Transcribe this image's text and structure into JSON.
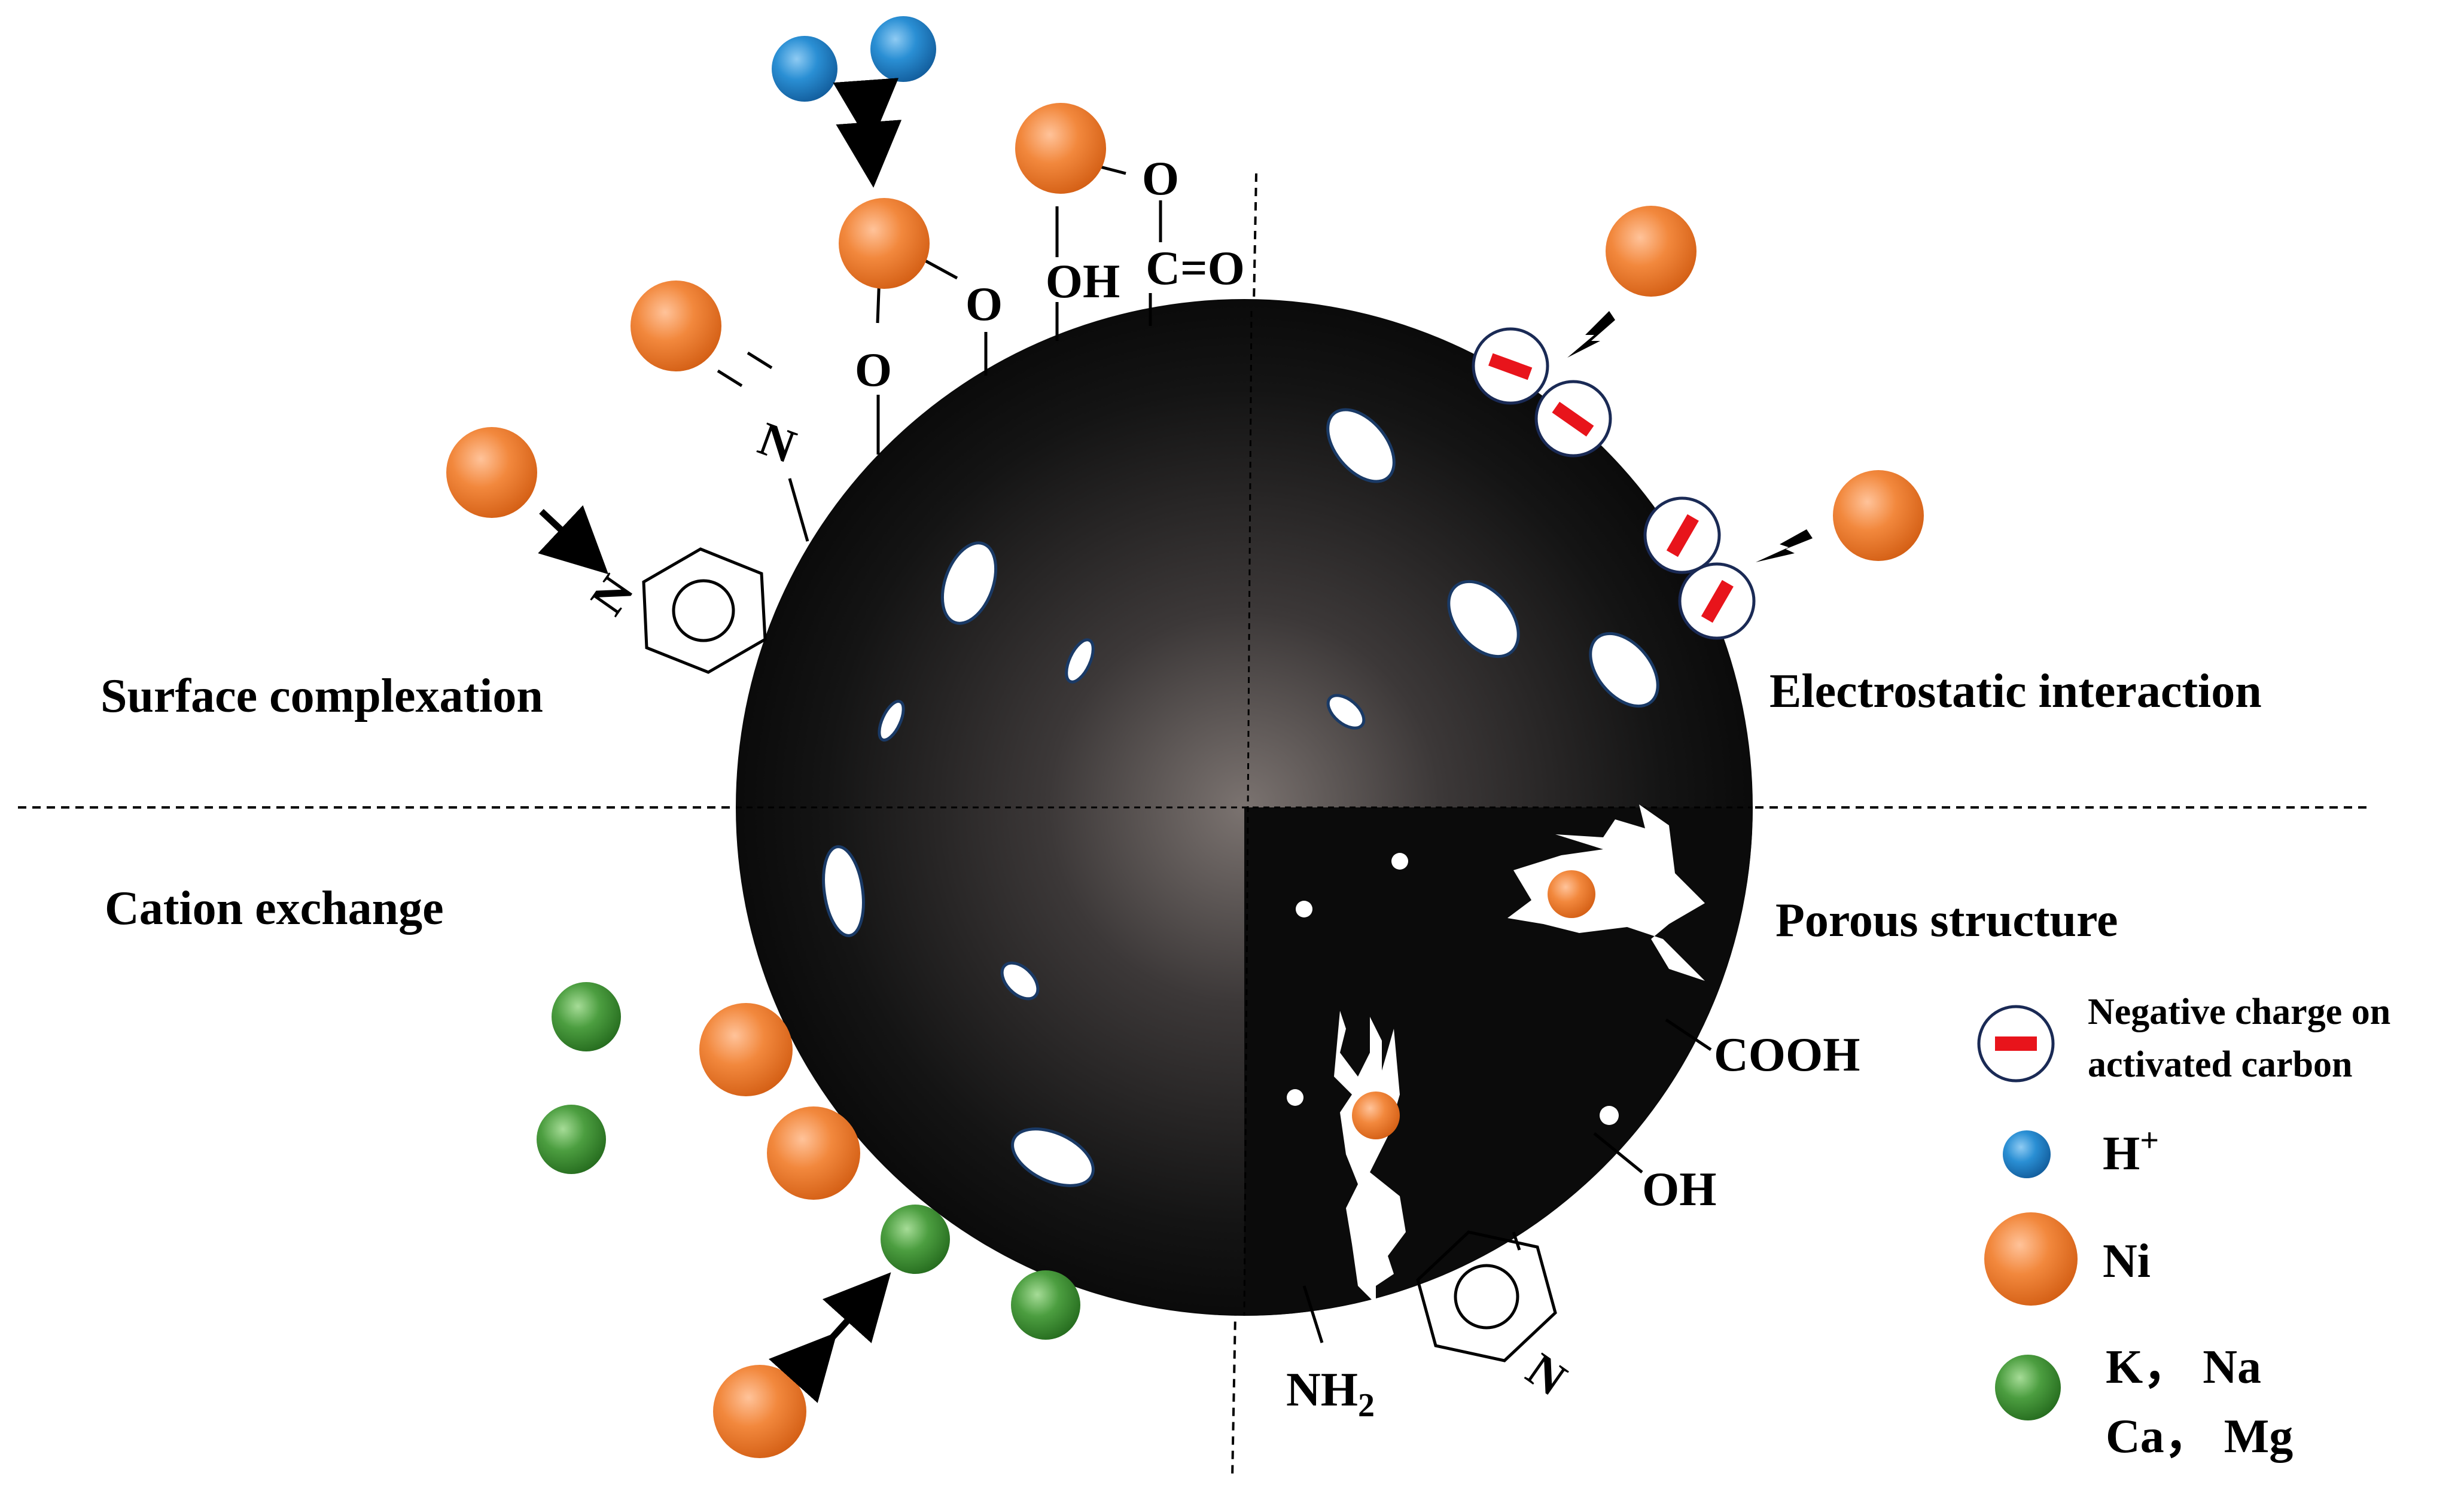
{
  "sections": {
    "surface_complexation": "Surface complexation",
    "electrostatic_interaction": "Electrostatic interaction",
    "cation_exchange": "Cation exchange",
    "porous_structure": "Porous structure"
  },
  "groups": {
    "o_1": "O",
    "o_2": "O",
    "oh_top": "OH",
    "c_double_o": "C=O",
    "o_top": "O",
    "n_amine": "N",
    "n_ring_left": "N",
    "cooh": "COOH",
    "oh_right": "OH",
    "nh2_base": "NH",
    "nh2_sub": "2",
    "n_ring_bottom": "N"
  },
  "legend": {
    "negative_charge_line1": "Negative charge on",
    "negative_charge_line2": "activated carbon",
    "h_plus_base": "H",
    "h_plus_sup": "+",
    "ni": "Ni",
    "cations_line1": "K， Na",
    "cations_line2": "Ca， Mg"
  },
  "colors": {
    "ni": "#EE7A2C",
    "h_plus": "#1F7DC4",
    "cations": "#3D8F35",
    "negative_charge": "#E8141B",
    "sphere": "#111111"
  }
}
